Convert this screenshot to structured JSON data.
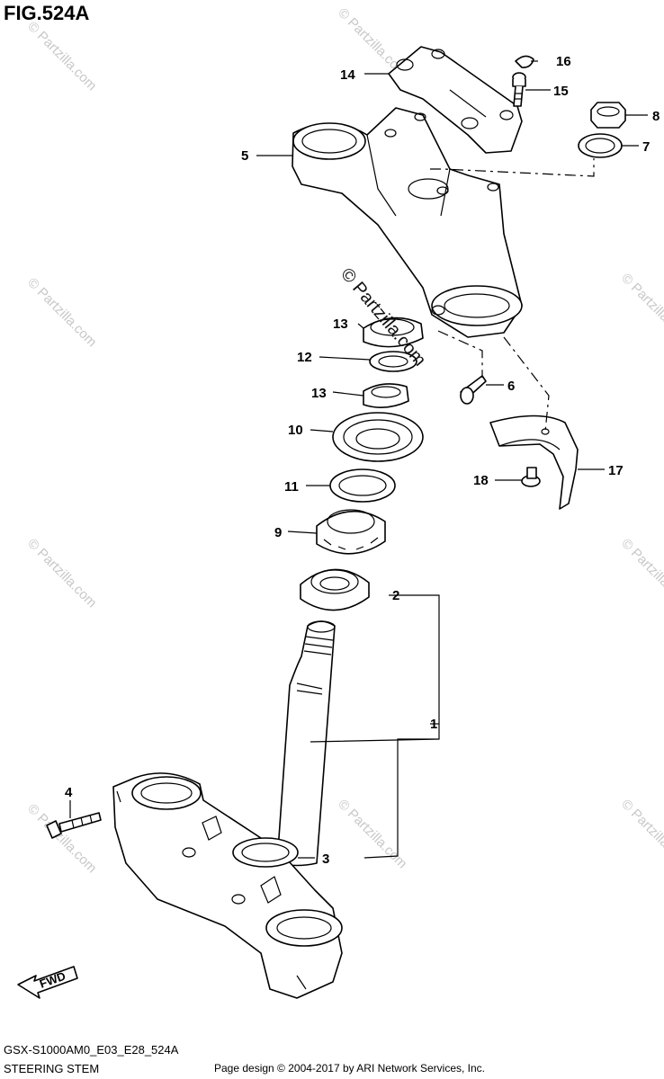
{
  "header": {
    "figure_title": "FIG.524A"
  },
  "footer": {
    "diagram_code": "GSX-S1000AM0_E03_E28_524A",
    "diagram_name": "STEERING STEM",
    "credit": "Page design © 2004-2017 by ARI Network Services, Inc."
  },
  "watermark": {
    "text": "© Partzilla.com"
  },
  "direction_arrow": {
    "label": "FWD"
  },
  "callouts": [
    {
      "id": "c16",
      "number": "16"
    },
    {
      "id": "c14",
      "number": "14"
    },
    {
      "id": "c15",
      "number": "15"
    },
    {
      "id": "c8",
      "number": "8"
    },
    {
      "id": "c5",
      "number": "5"
    },
    {
      "id": "c7",
      "number": "7"
    },
    {
      "id": "c13a",
      "number": "13"
    },
    {
      "id": "c12",
      "number": "12"
    },
    {
      "id": "c6",
      "number": "6"
    },
    {
      "id": "c13b",
      "number": "13"
    },
    {
      "id": "c10",
      "number": "10"
    },
    {
      "id": "c17",
      "number": "17"
    },
    {
      "id": "c18",
      "number": "18"
    },
    {
      "id": "c11",
      "number": "11"
    },
    {
      "id": "c9",
      "number": "9"
    },
    {
      "id": "c2",
      "number": "2"
    },
    {
      "id": "c1",
      "number": "1"
    },
    {
      "id": "c4",
      "number": "4"
    },
    {
      "id": "c3",
      "number": "3"
    }
  ]
}
